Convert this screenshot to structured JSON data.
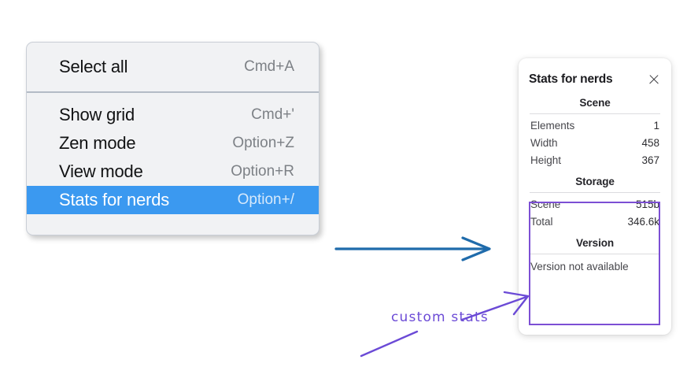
{
  "context_menu": {
    "name": "canvas-context-menu",
    "groups": [
      {
        "items": [
          {
            "label": "Select all",
            "shortcut": "Cmd+A",
            "selected": false
          }
        ]
      },
      {
        "items": [
          {
            "label": "Show grid",
            "shortcut": "Cmd+'",
            "selected": false
          },
          {
            "label": "Zen mode",
            "shortcut": "Option+Z",
            "selected": false
          },
          {
            "label": "View mode",
            "shortcut": "Option+R",
            "selected": false
          },
          {
            "label": "Stats for nerds",
            "shortcut": "Option+/",
            "selected": true
          }
        ]
      }
    ],
    "highlight_color": "#3b99f0"
  },
  "stats_panel": {
    "title": "Stats for nerds",
    "close_icon": "close-icon",
    "sections": [
      {
        "heading": "Scene",
        "rows": [
          {
            "label": "Elements",
            "value": "1"
          },
          {
            "label": "Width",
            "value": "458"
          },
          {
            "label": "Height",
            "value": "367"
          }
        ]
      },
      {
        "heading": "Storage",
        "rows": [
          {
            "label": "Scene",
            "value": "515b"
          },
          {
            "label": "Total",
            "value": "346.6k"
          }
        ]
      },
      {
        "heading": "Version",
        "text": "Version not available"
      }
    ]
  },
  "annotations": {
    "custom_stats_label": "custom stats",
    "highlight_box_color": "#7c4fd4",
    "pen_color": "#6b4ad6",
    "arrow_color": "#1f6bab"
  }
}
